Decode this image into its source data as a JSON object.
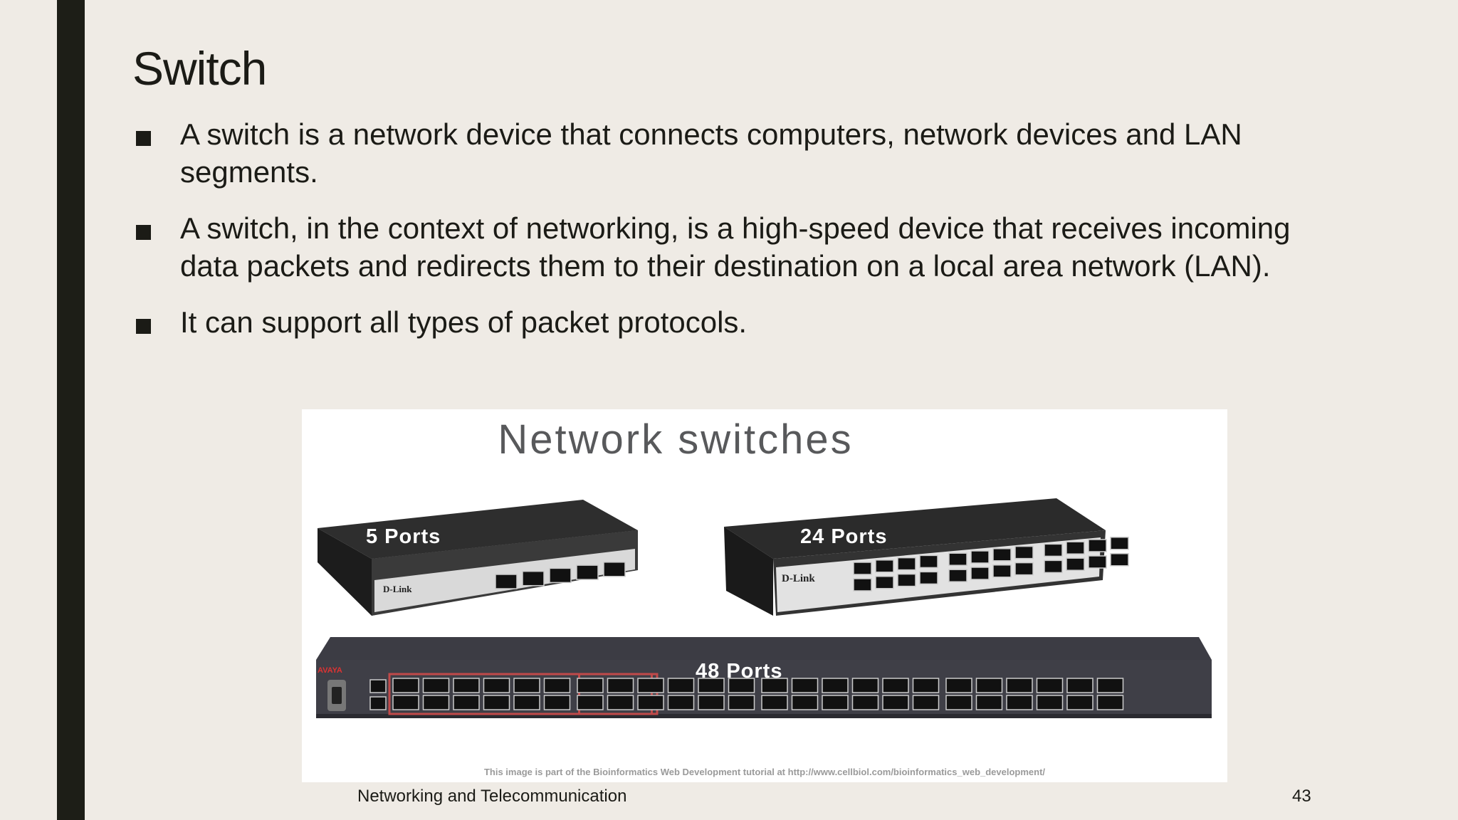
{
  "slide": {
    "title": "Switch",
    "bullets": [
      "A switch is a network device that connects computers, network devices and LAN segments.",
      "A switch, in the context of networking, is a high-speed device that receives incoming data packets and redirects them to their destination on a local area network (LAN).",
      "It can support all types of packet protocols."
    ]
  },
  "figure": {
    "title": "Network switches",
    "labels": {
      "small": "5 Ports",
      "medium": "24 Ports",
      "large": "48 Ports"
    },
    "brand_small": "D-Link",
    "brand_medium": "D-Link",
    "brand_large": "AVAYA",
    "credit": "This image is part of the Bioinformatics Web Development tutorial at http://www.cellbiol.com/bioinformatics_web_development/"
  },
  "footer": {
    "text": "Networking and Telecommunication",
    "page": "43"
  },
  "colors": {
    "background": "#efebe5",
    "bar": "#1d1e17",
    "text": "#1b1b16"
  }
}
